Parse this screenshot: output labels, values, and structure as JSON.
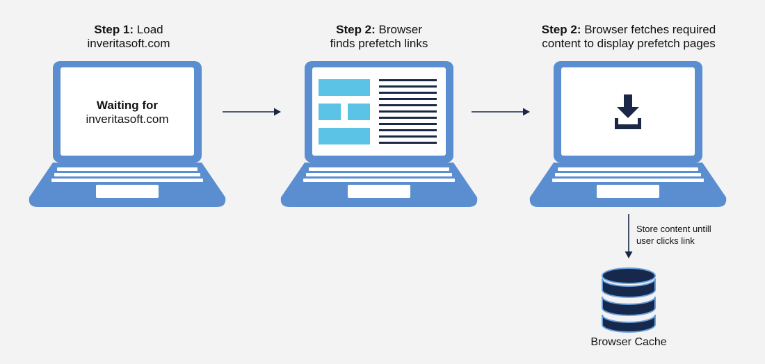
{
  "colors": {
    "background": "#f3f3f3",
    "laptop_blue": "#5b8ed0",
    "laptop_dark_blue": "#4a7cc0",
    "screen": "#ffffff",
    "tile_cyan": "#5bc3e6",
    "line_navy": "#1a2747",
    "arrow_navy": "#1a2747",
    "db_navy": "#16294d",
    "db_edge": "#6aa0dd"
  },
  "steps": [
    {
      "label_bold": "Step 1:",
      "label_rest_1": " Load",
      "label_line2": "inveritasoft.com"
    },
    {
      "label_bold": "Step 2:",
      "label_rest_1": " Browser",
      "label_line2": "finds prefetch links"
    },
    {
      "label_bold": "Step 2:",
      "label_rest_1": " Browser fetches required",
      "label_line2": "content to display prefetch pages"
    }
  ],
  "screen1": {
    "line1": "Waiting for",
    "line2": "inveritasoft.com"
  },
  "screen3": {
    "icon": "download-icon"
  },
  "store_note": {
    "line1": "Store content untill",
    "line2": "user clicks link"
  },
  "cache": {
    "label": "Browser Cache",
    "icon": "database-icon"
  }
}
